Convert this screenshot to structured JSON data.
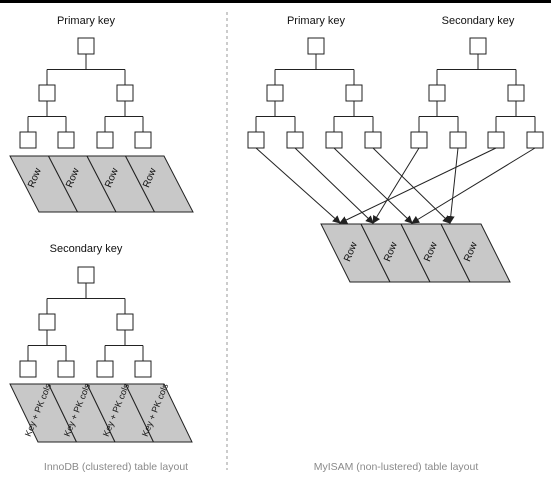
{
  "innodb": {
    "primary_key_label": "Primary key",
    "secondary_key_label": "Secondary key",
    "primary_rows": [
      "Row",
      "Row",
      "Row",
      "Row"
    ],
    "secondary_entries": [
      "Key + PK cols",
      "Key + PK cols",
      "Key + PK cols",
      "Key + PK cols"
    ],
    "caption": "InnoDB (clustered) table layout"
  },
  "myisam": {
    "primary_key_label": "Primary key",
    "secondary_key_label": "Secondary key",
    "rows": [
      "Row",
      "Row",
      "Row",
      "Row"
    ],
    "caption": "MyISAM (non-lustered) table layout"
  },
  "colors": {
    "row_fill": "#c8c8c8",
    "line": "#222222",
    "divider": "#999999",
    "caption": "#8a8a8a"
  }
}
